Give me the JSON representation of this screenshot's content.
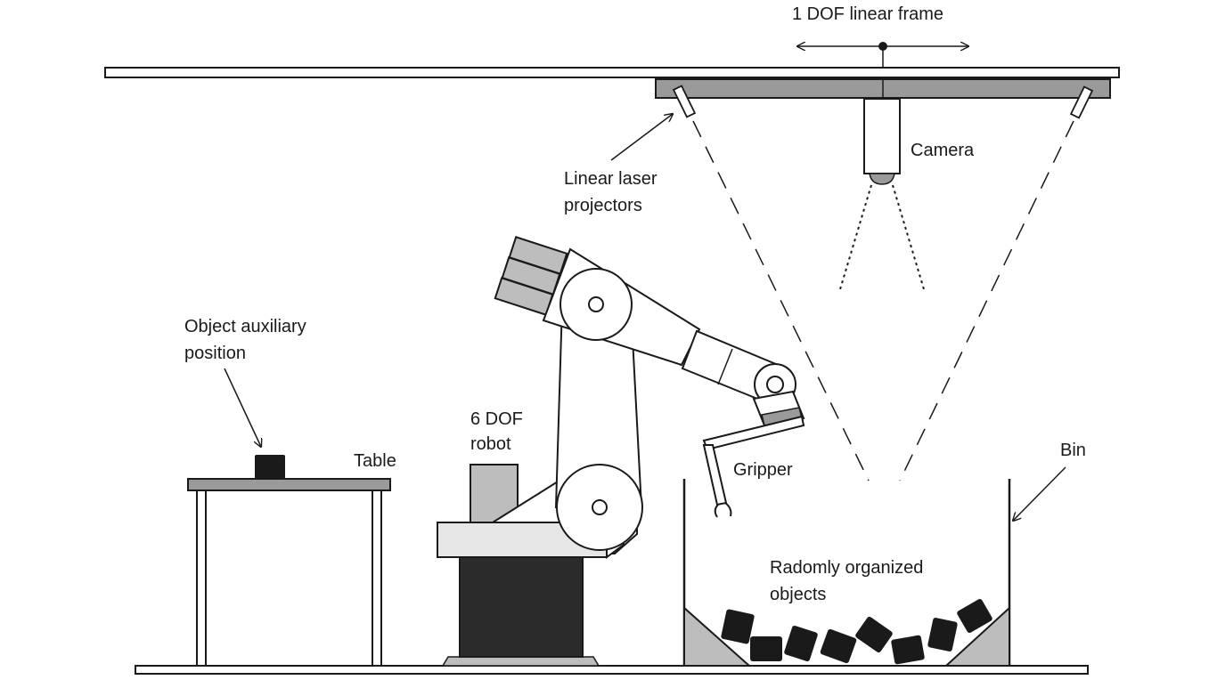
{
  "labels": {
    "frame": "1 DOF linear frame",
    "camera": "Camera",
    "laser_line1": "Linear laser",
    "laser_line2": "projectors",
    "aux_line1": "Object auxiliary",
    "aux_line2": "position",
    "table": "Table",
    "robot_line1": "6 DOF",
    "robot_line2": "robot",
    "gripper": "Gripper",
    "bin": "Bin",
    "objects_line1": "Radomly organized",
    "objects_line2": "objects"
  },
  "colors": {
    "stroke": "#1a1a1a",
    "dark": "#2b2b2b",
    "mid_gray": "#9a9a9a",
    "light_gray": "#bdbdbd",
    "pale_gray": "#e6e6e6",
    "white": "#ffffff"
  }
}
